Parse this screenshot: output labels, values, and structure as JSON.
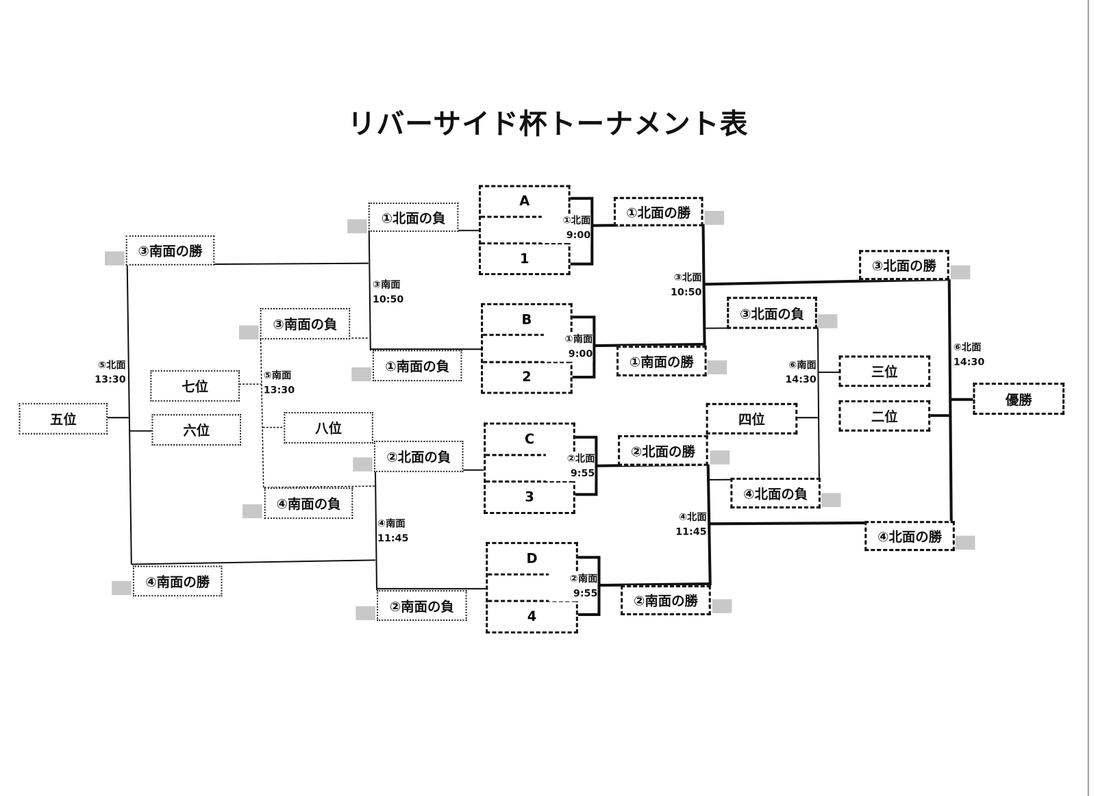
{
  "title": "リバーサイド杯トーナメント表",
  "placements": {
    "fifth": "五位",
    "sixth": "六位",
    "seventh": "七位",
    "eighth": "八位",
    "fourth": "四位",
    "third": "三位",
    "second": "二位",
    "champion": "優勝"
  },
  "slots": {
    "s3_win": "③南面の勝",
    "s4_win": "④南面の勝",
    "s3_lose": "③南面の負",
    "s4_lose": "④南面の負",
    "n1_lose": "①北面の負",
    "s1_lose": "①南面の負",
    "n2_lose": "②北面の負",
    "s2_lose": "②南面の負",
    "n1_win": "①北面の勝",
    "s1_win": "①南面の勝",
    "n2_win": "②北面の勝",
    "s2_win": "②南面の勝",
    "n3_win": "③北面の勝",
    "n3_lose": "③北面の負",
    "n4_win": "④北面の勝",
    "n4_lose": "④北面の負"
  },
  "groups": [
    {
      "label": "A",
      "seed": "1"
    },
    {
      "label": "B",
      "seed": "2"
    },
    {
      "label": "C",
      "seed": "3"
    },
    {
      "label": "D",
      "seed": "4"
    }
  ],
  "matches": {
    "n5": {
      "court": "⑤北面",
      "time": "13:30"
    },
    "s5": {
      "court": "⑤南面",
      "time": "13:30"
    },
    "s3": {
      "court": "③南面",
      "time": "10:50"
    },
    "s4": {
      "court": "④南面",
      "time": "11:45"
    },
    "n1": {
      "court": "①北面",
      "time": "9:00"
    },
    "s1": {
      "court": "①南面",
      "time": "9:00"
    },
    "n2": {
      "court": "②北面",
      "time": "9:55"
    },
    "s2": {
      "court": "②南面",
      "time": "9:55"
    },
    "n3": {
      "court": "③北面",
      "time": "10:50"
    },
    "n4": {
      "court": "④北面",
      "time": "11:45"
    },
    "s6": {
      "court": "⑥南面",
      "time": "14:30"
    },
    "n6": {
      "court": "⑥北面",
      "time": "14:30"
    }
  }
}
